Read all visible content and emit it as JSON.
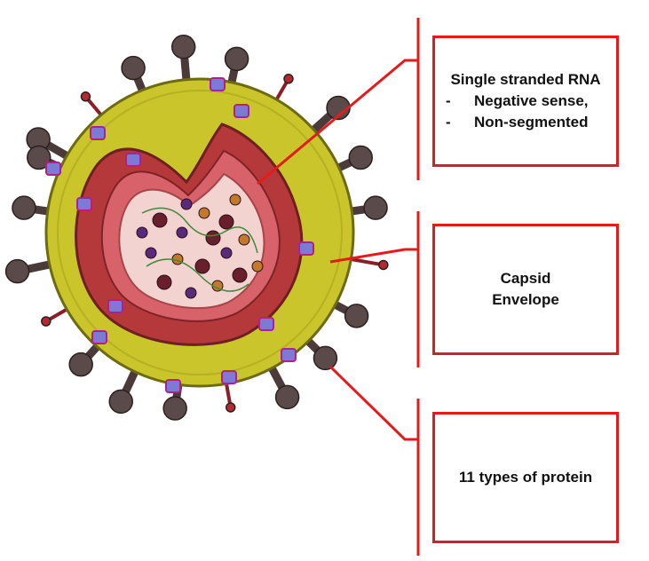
{
  "colors": {
    "leader_line": "#e51b1b",
    "box_border": "#e51b1b",
    "envelope_yellow": "#c9c52a",
    "capsid_red": "#b5383a",
    "core_pink": "#f3d3cf",
    "spike_gray": "#5a4a4a"
  },
  "labels": {
    "rna": {
      "title": "Single stranded RNA",
      "items": [
        {
          "dash": "-",
          "text": "Negative sense,"
        },
        {
          "dash": "-",
          "text": "Non-segmented"
        }
      ]
    },
    "capsid": {
      "line1": "Capsid",
      "line2": "Envelope"
    },
    "protein": {
      "text": "11 types of protein"
    }
  }
}
